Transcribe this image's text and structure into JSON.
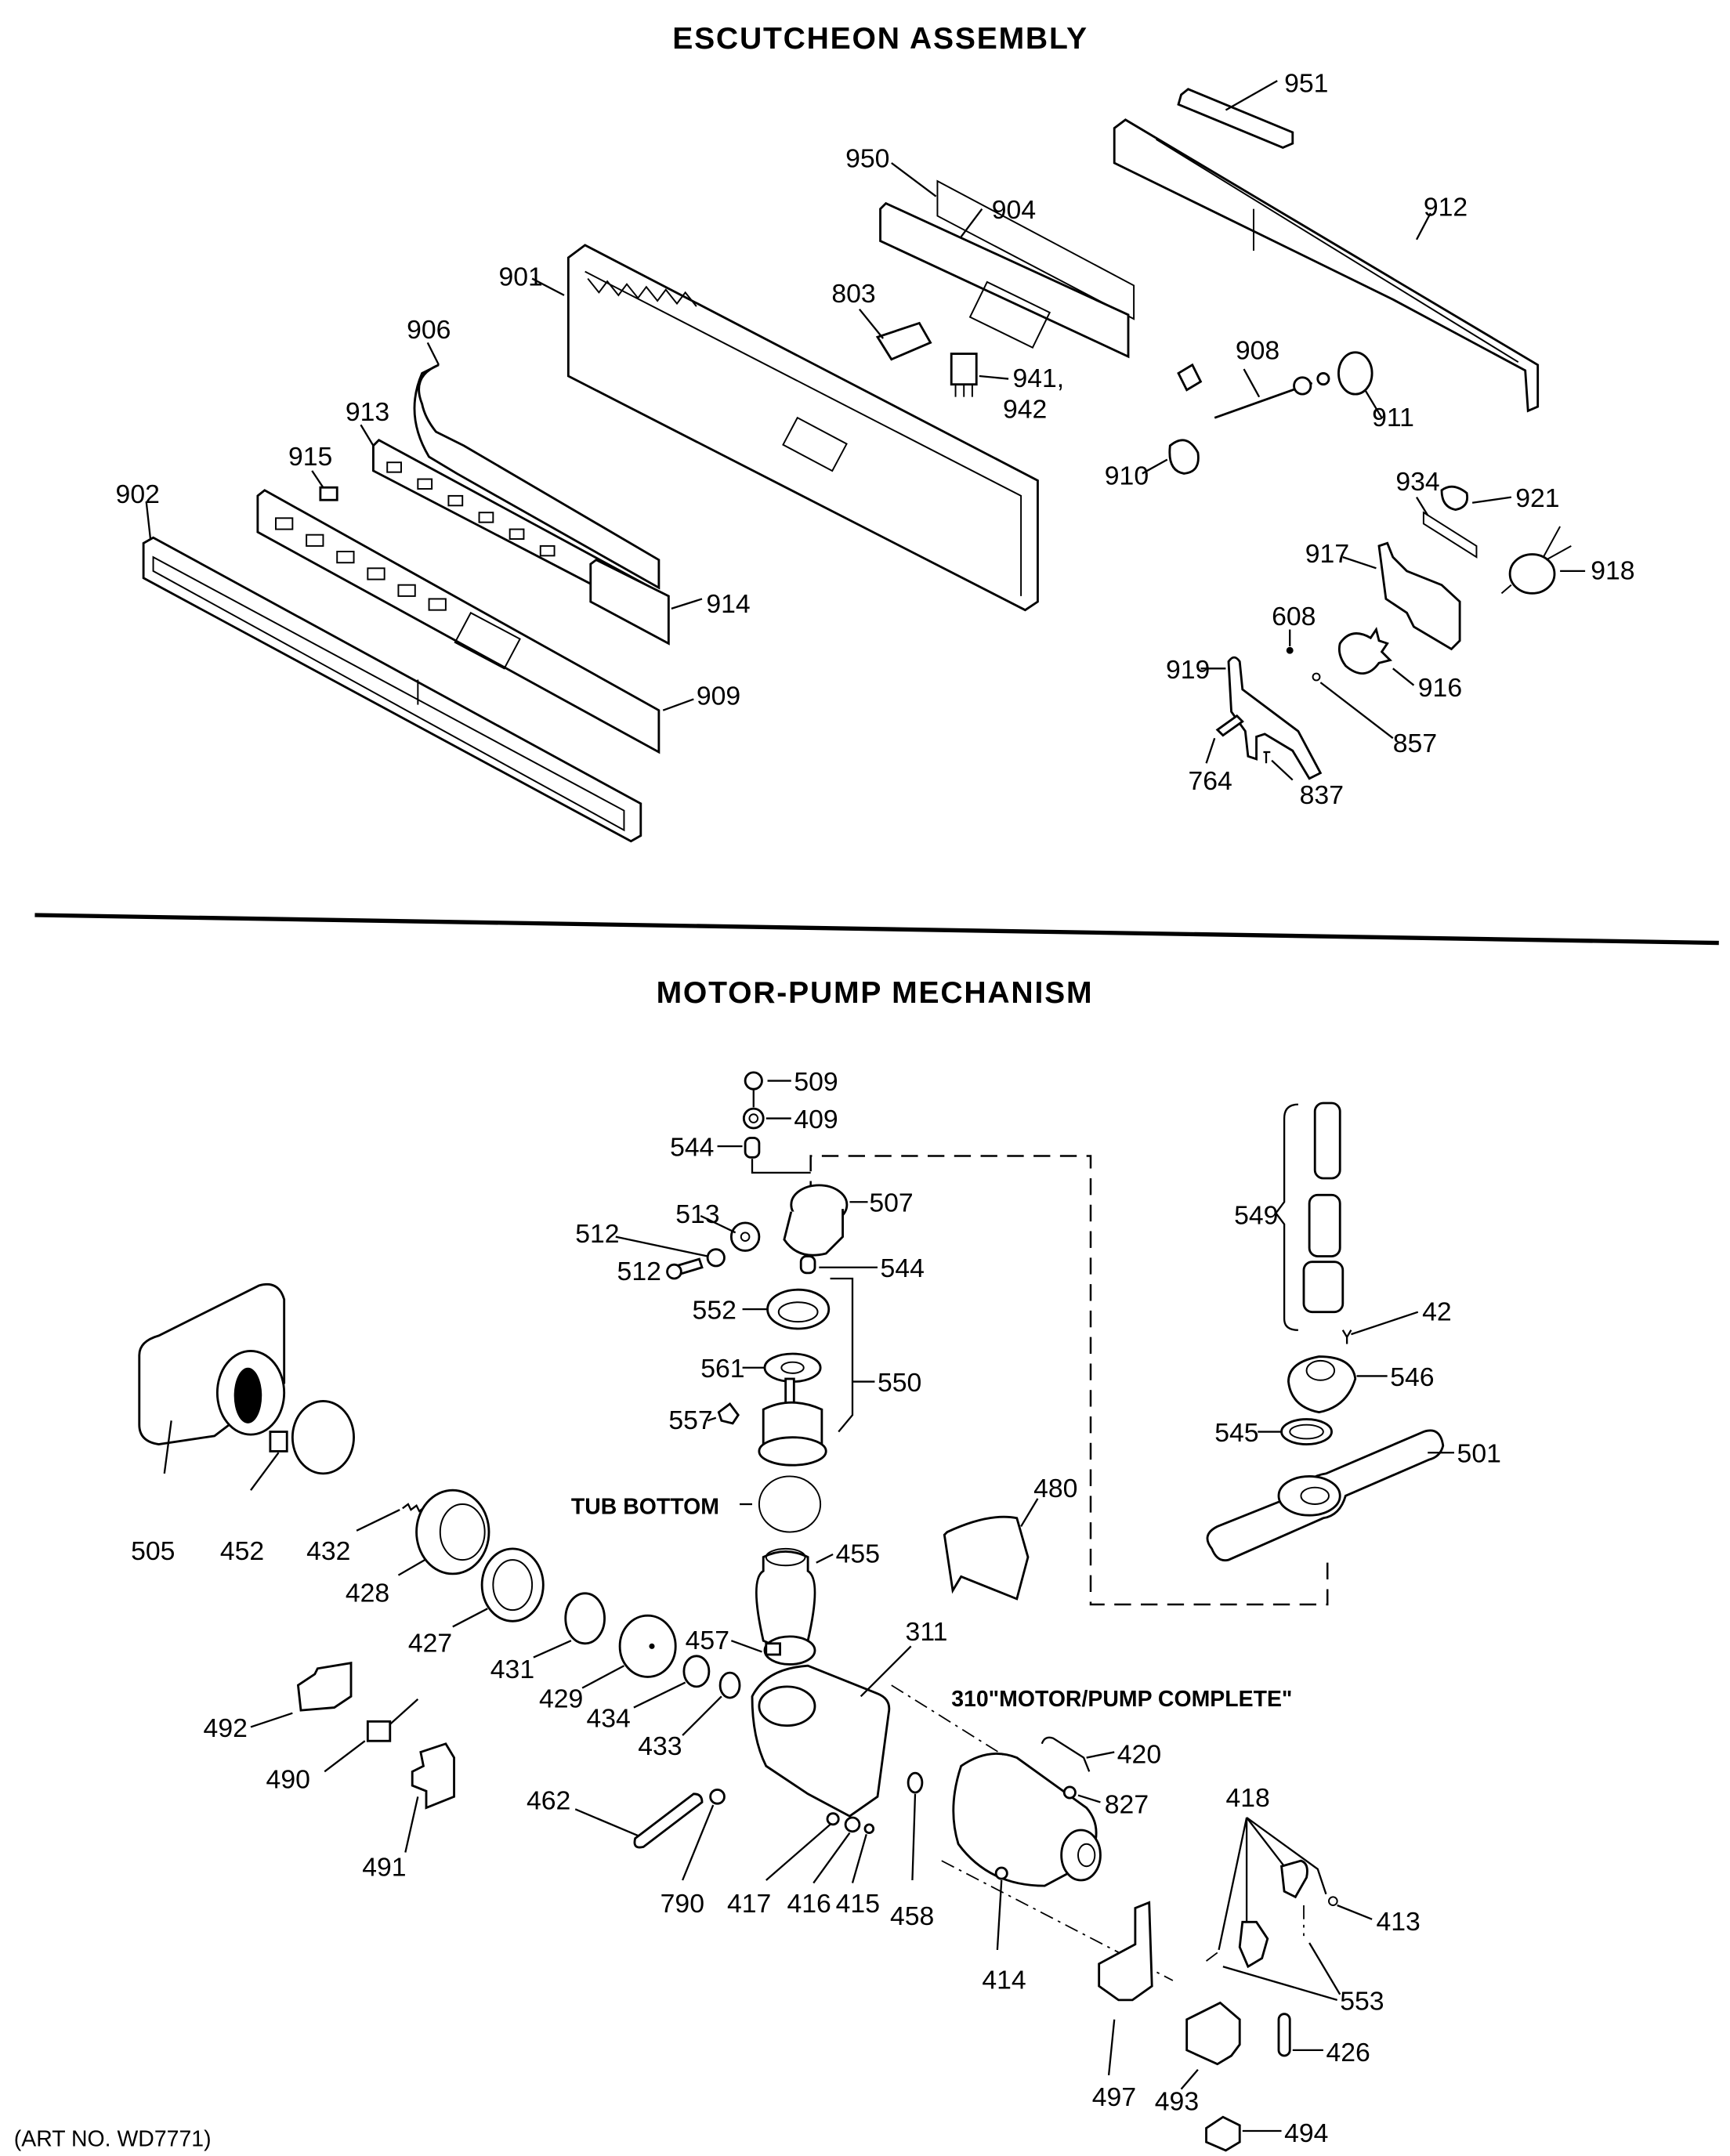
{
  "sections": {
    "escutcheon": {
      "title": "ESCUTCHEON ASSEMBLY"
    },
    "motor_pump": {
      "title": "MOTOR-PUMP MECHANISM"
    }
  },
  "art_number": "(ART NO. WD7771)",
  "notes": {
    "tub_bottom": "TUB BOTTOM",
    "motor_pump_complete": "310\"MOTOR/PUMP COMPLETE\""
  },
  "escutcheon_parts": {
    "p951": "951",
    "p950": "950",
    "p904": "904",
    "p912": "912",
    "p901": "901",
    "p803": "803",
    "p906": "906",
    "p941": "941,",
    "p942": "942",
    "p908": "908",
    "p911": "911",
    "p913": "913",
    "p915": "915",
    "p910": "910",
    "p934": "934",
    "p921": "921",
    "p902": "902",
    "p917": "917",
    "p918": "918",
    "p914": "914",
    "p608": "608",
    "p919": "919",
    "p916": "916",
    "p909": "909",
    "p857": "857",
    "p764": "764",
    "p837": "837"
  },
  "motor_parts": {
    "p509": "509",
    "p409": "409",
    "p544a": "544",
    "p507": "507",
    "p513": "513",
    "p512a": "512",
    "p512b": "512",
    "p544b": "544",
    "p549": "549",
    "p552": "552",
    "p42": "42",
    "p561": "561",
    "p550": "550",
    "p546": "546",
    "p557": "557",
    "p545": "545",
    "p501": "501",
    "p505": "505",
    "p452": "452",
    "p432": "432",
    "p480": "480",
    "p455": "455",
    "p428": "428",
    "p427": "427",
    "p457": "457",
    "p311": "311",
    "p431": "431",
    "p429": "429",
    "p492": "492",
    "p434": "434",
    "p433": "433",
    "p420": "420",
    "p490": "490",
    "p827": "827",
    "p418": "418",
    "p462": "462",
    "p491": "491",
    "p413": "413",
    "p790": "790",
    "p417": "417",
    "p416": "416",
    "p415": "415",
    "p458": "458",
    "p414": "414",
    "p553": "553",
    "p426": "426",
    "p497": "497",
    "p493": "493",
    "p494": "494"
  }
}
